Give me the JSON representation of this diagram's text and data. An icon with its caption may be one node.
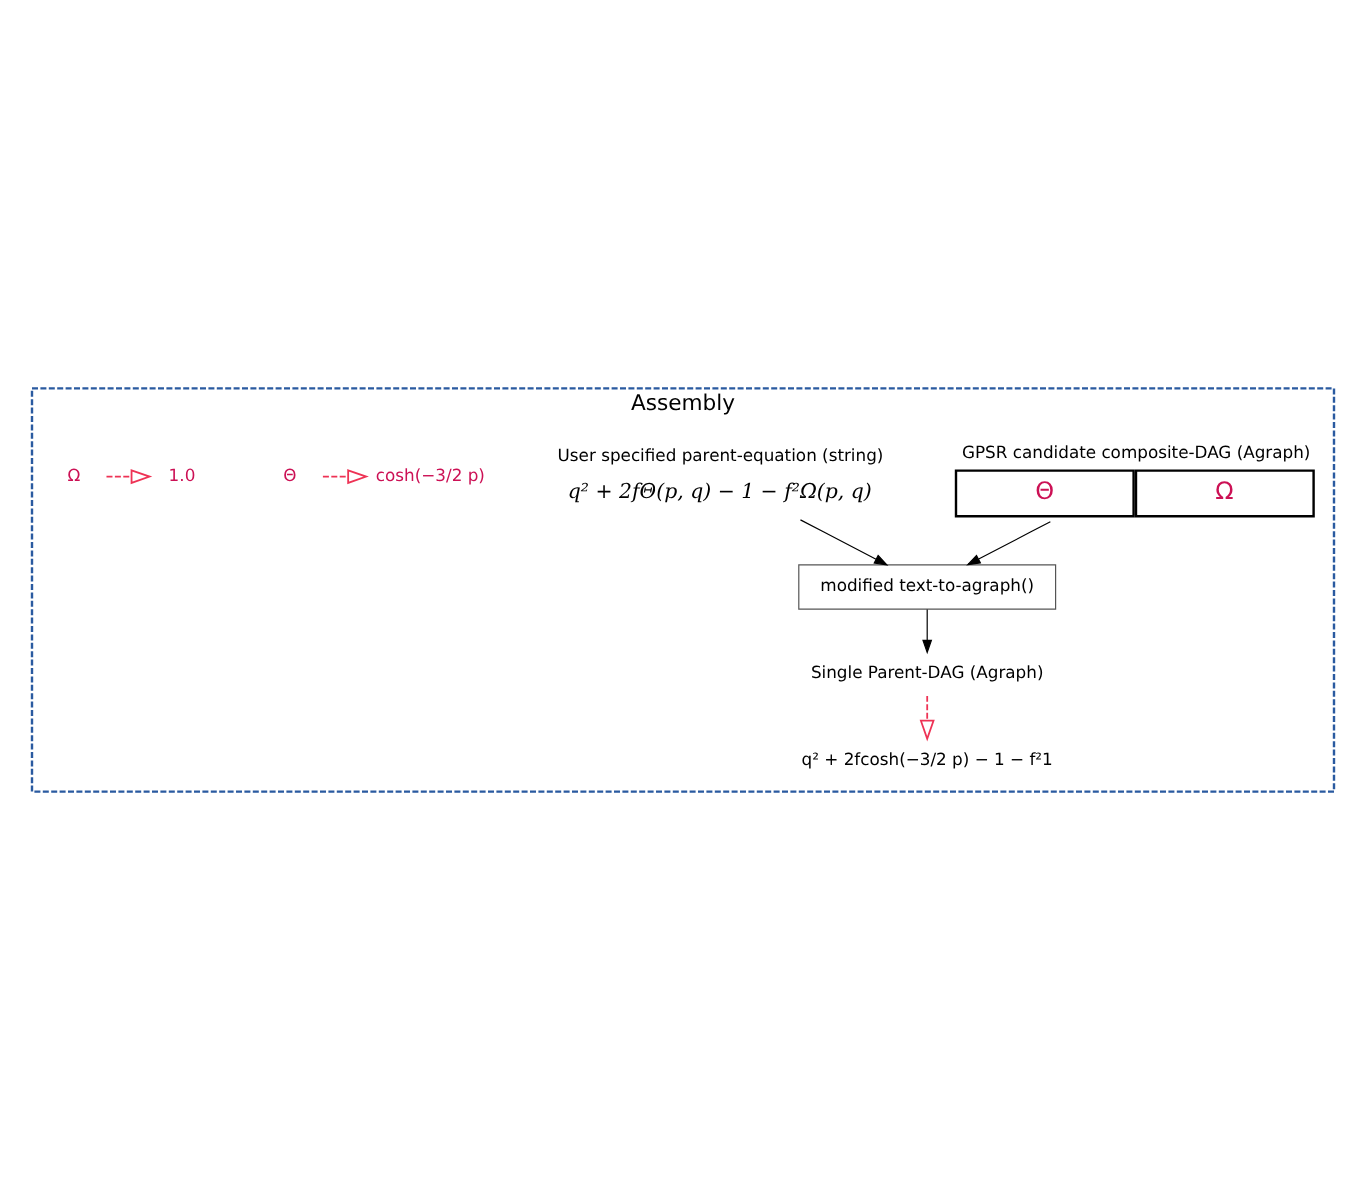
{
  "diagram": {
    "nodes": [
      {
        "text": [
          "Assembly"
        ]
      },
      {
        "text": [
          "GPSR candidate composite-DAG (Agraph)",
          "Θ",
          "Ω"
        ],
        "in": 0
      },
      {
        "text": [
          "User specified parent-equation (string)",
          "q² + 2fΘ(p, q) − 1 − f²Ω(p, q)"
        ],
        "in": 0
      },
      {
        "text": [
          "modified text-to-agraph()"
        ],
        "in": 0
      },
      {
        "text": [
          "Single Parent-DAG (Agraph)"
        ],
        "in": 0
      },
      {
        "text": [
          "q² + 2fcosh(−3/2 p) − 1 − f²1"
        ],
        "in": 0
      },
      {
        "text": [
          "Θ"
        ],
        "in": 0
      },
      {
        "text": [
          "cosh(−3/2 p)"
        ],
        "in": 0
      },
      {
        "text": [
          "Ω"
        ],
        "in": 0
      },
      {
        "text": [
          "1.0"
        ],
        "in": 0
      }
    ],
    "edges": [
      {
        "from": 1,
        "to": 3,
        "arrow": "to"
      },
      {
        "from": 2,
        "to": 3,
        "arrow": "to"
      },
      {
        "from": 3,
        "to": 4,
        "arrow": "to"
      },
      {
        "from": 4,
        "to": 5,
        "arrow": "to",
        "style": "dashed",
        "color": "#ee3355"
      },
      {
        "from": 6,
        "to": 7,
        "arrow": "to",
        "style": "dashed",
        "color": "#ee3355"
      },
      {
        "from": 8,
        "to": 9,
        "arrow": "to",
        "style": "dashed",
        "color": "#ee3355"
      }
    ]
  }
}
